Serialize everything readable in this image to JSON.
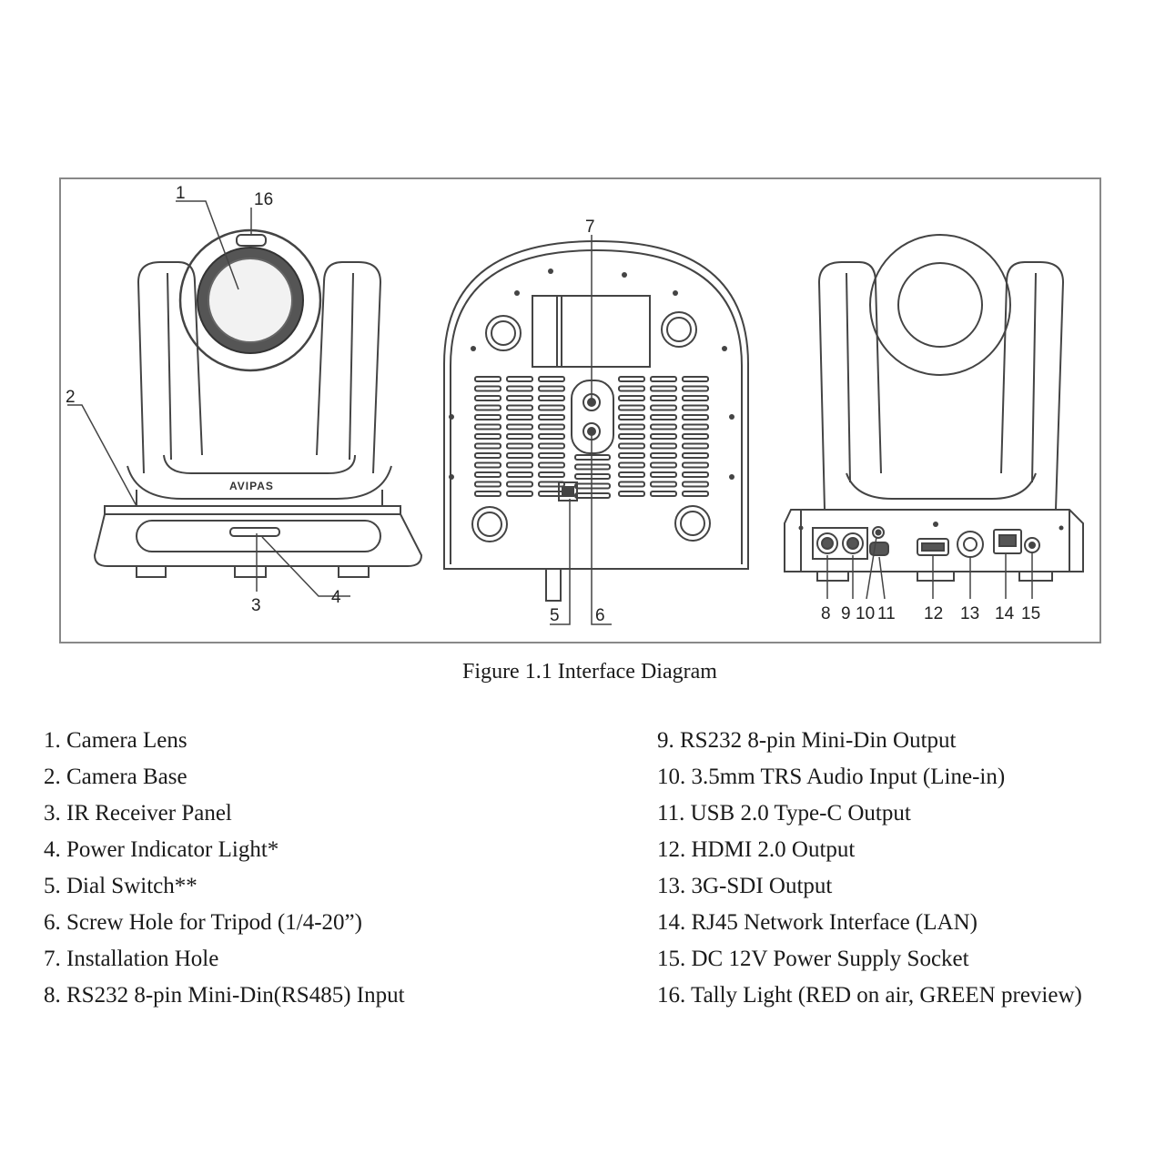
{
  "callouts": [
    "1",
    "2",
    "3",
    "4",
    "5",
    "6",
    "7",
    "8",
    "9",
    "10",
    "11",
    "12",
    "13",
    "14",
    "15",
    "16"
  ],
  "logo_text": "AVIPAS",
  "caption": "Figure 1.1 Interface Diagram",
  "legend_left": [
    "1. Camera Lens",
    "2. Camera Base",
    "3. IR Receiver Panel",
    "4. Power Indicator Light*",
    "5. Dial Switch**",
    "6. Screw Hole for Tripod (1/4-20”)",
    "7. Installation Hole",
    "8. RS232 8-pin Mini-Din(RS485) Input"
  ],
  "legend_right": [
    "9. RS232 8-pin Mini-Din Output",
    "10. 3.5mm TRS Audio Input (Line-in)",
    "11. USB 2.0 Type-C Output",
    "12. HDMI 2.0 Output",
    "13. 3G-SDI Output",
    "14. RJ45 Network Interface (LAN)",
    "15. DC 12V Power Supply Socket",
    "16. Tally Light (RED on air, GREEN preview)"
  ]
}
